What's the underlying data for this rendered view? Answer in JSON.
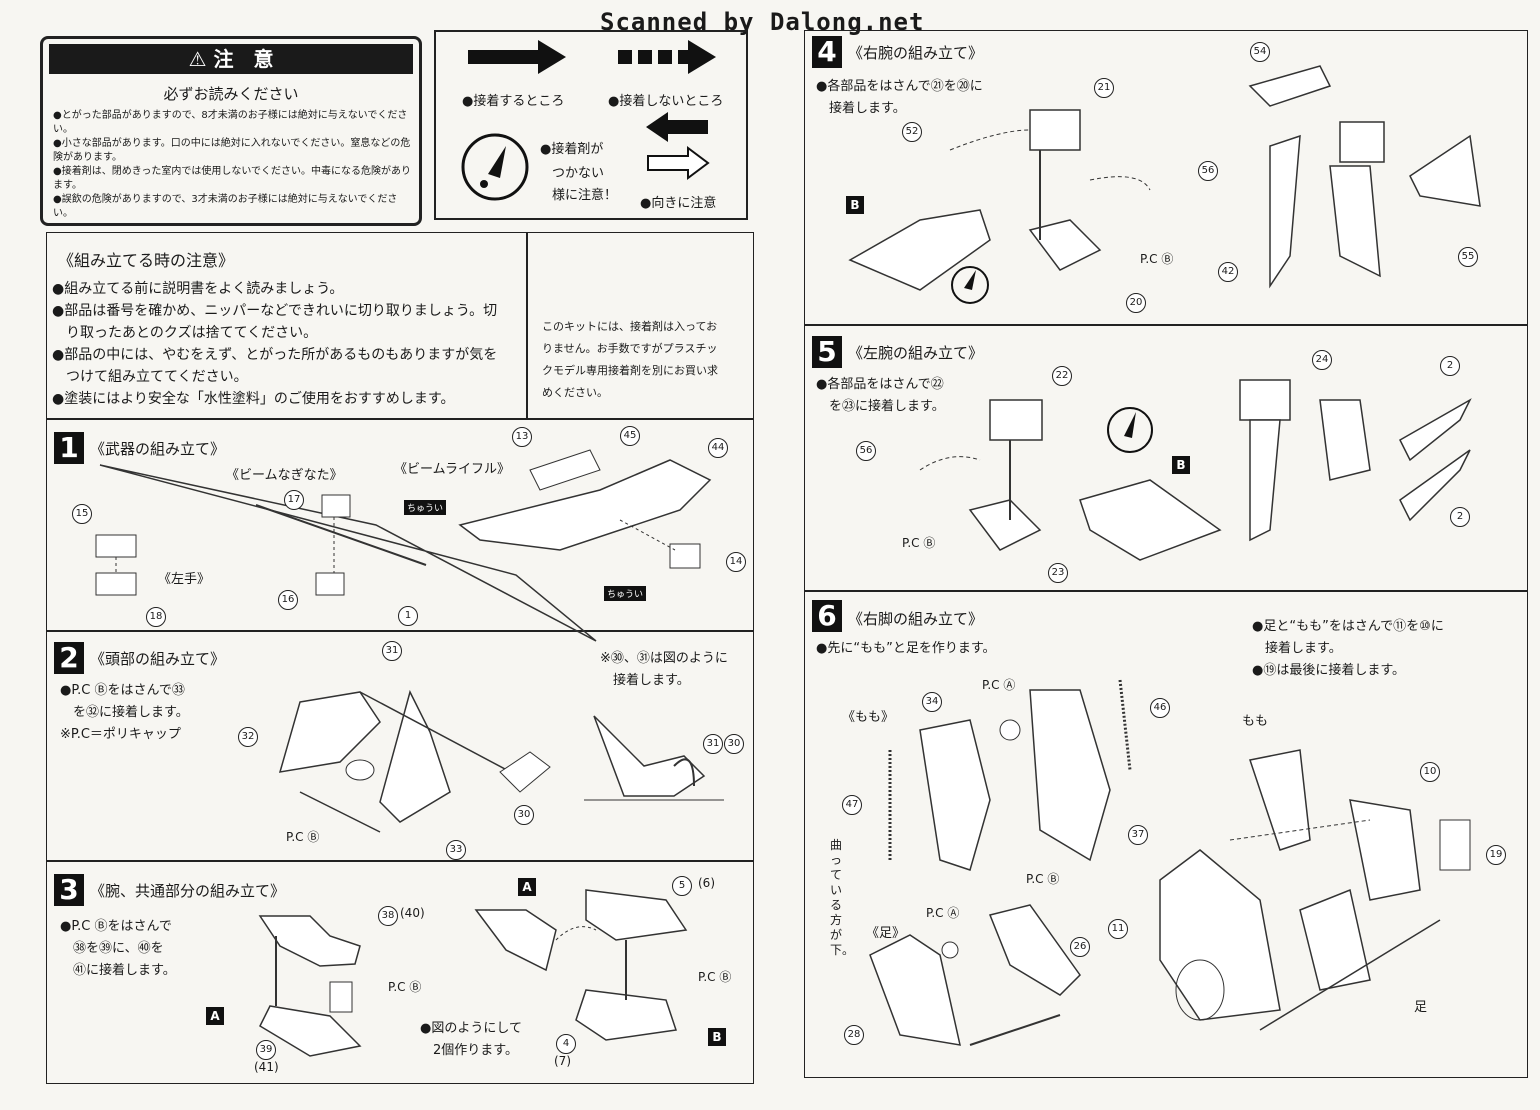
{
  "watermark": "Scanned by Dalong.net",
  "caution": {
    "title": "注　意",
    "subtitle": "必ずお読みください",
    "items": [
      "●とがった部品がありますので、8才未満のお子様には絶対に与えないでください。",
      "●小さな部品があります。口の中には絶対に入れないでください。窒息などの危険があります。",
      "●接着剤は、閉めきった室内では使用しないでください。中毒になる危険があります。",
      "●誤飲の危険がありますので、3才未満のお子様には絶対に与えないでください。"
    ]
  },
  "legend": {
    "glue": "●接着するところ",
    "no_glue": "●接着しないところ",
    "careful": "●接着剤がつかない様に注意！",
    "careful_lines": [
      "●接着剤が",
      "つかない",
      "様に注意！"
    ],
    "direction": "●向きに注意"
  },
  "assembly_notes": {
    "title": "《組み立てる時の注意》",
    "items": [
      "●組み立てる前に説明書をよく読みましょう。",
      "●部品は番号を確かめ、ニッパーなどできれいに切り取りましょう。切",
      "　り取ったあとのクズは捨ててください。",
      "●部品の中には、やむをえず、とがった所があるものもありますが気を",
      "　つけて組み立ててください。",
      "●塗装にはより安全な「水性塗料」のご使用をおすすめします。"
    ],
    "side": [
      "このキットには、接着剤は入ってお",
      "りません。お手数ですがプラスチッ",
      "クモデル専用接着剤を別にお買い求",
      "めください。"
    ]
  },
  "steps": [
    {
      "num": "1",
      "title": "《武器の組み立て》",
      "sub": [
        "《ビームなぎなた》",
        "《ビームライフル》",
        "《左手》"
      ],
      "chuui": "ちゅうい",
      "parts": [
        "15",
        "18",
        "17",
        "16",
        "1",
        "13",
        "45",
        "44",
        "14"
      ]
    },
    {
      "num": "2",
      "title": "《頭部の組み立て》",
      "lines": [
        "●P.C Ⓑをはさんで㉝",
        "　を㉜に接着します。",
        "※P.C＝ポリキャップ"
      ],
      "note": [
        "※㉚、㉛は図のように",
        "　接着します。"
      ],
      "pc": "P.C Ⓑ",
      "parts": [
        "31",
        "32",
        "30",
        "33",
        "31",
        "30"
      ]
    },
    {
      "num": "3",
      "title": "《腕、共通部分の組み立て》",
      "lines": [
        "●P.C Ⓑをはさんで",
        "　㊳を㊴に、㊵を",
        "　㊶に接着します。"
      ],
      "note": [
        "●図のようにして",
        "　2個作ります。"
      ],
      "pc": "P.C Ⓑ",
      "parts": [
        "38",
        "(40)",
        "39",
        "(41)",
        "5",
        "(6)",
        "4",
        "(7)"
      ],
      "badges": [
        "A",
        "A",
        "B"
      ]
    },
    {
      "num": "4",
      "title": "《右腕の組み立て》",
      "lines": [
        "●各部品をはさんで㉑を⑳に",
        "　接着します。"
      ],
      "pc": "P.C Ⓑ",
      "parts": [
        "21",
        "52",
        "56",
        "20",
        "54",
        "42",
        "55"
      ],
      "badge": "B"
    },
    {
      "num": "5",
      "title": "《左腕の組み立て》",
      "lines": [
        "●各部品をはさんで㉒",
        "　を㉓に接着します。"
      ],
      "pc": "P.C Ⓑ",
      "parts": [
        "22",
        "56",
        "23",
        "24",
        "2",
        "2"
      ],
      "badge": "B"
    },
    {
      "num": "6",
      "title": "《右脚の組み立て》",
      "lines": [
        "●先に“もも”と足を作ります。"
      ],
      "lines_right": [
        "●足と“もも”をはさんで⑪を⑩に",
        "　接着します。",
        "●⑲は最後に接着します。"
      ],
      "labels": {
        "momo": "《もも》",
        "foot": "《足》",
        "momo2": "もも",
        "foot2": "足",
        "curved": "曲っている方が下。"
      },
      "pc_a": "P.C Ⓐ",
      "parts": [
        "34",
        "46",
        "47",
        "37",
        "26",
        "28",
        "10",
        "19",
        "11"
      ]
    }
  ]
}
